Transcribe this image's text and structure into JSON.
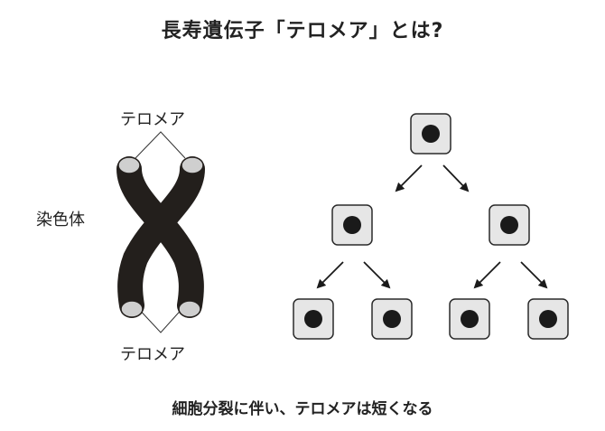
{
  "title": "長寿遺伝子「テロメア」とは?",
  "labels": {
    "telomere_top": "テロメア",
    "telomere_bottom": "テロメア",
    "chromosome": "染色体"
  },
  "caption": "細胞分裂に伴い、テロメアは短くなる",
  "colors": {
    "cell_fill": "#e6e6e6",
    "cell_border": "#2a2a2a",
    "nucleus": "#1a1a1a",
    "chromosome": "#231f1c",
    "telomere": "#cfcfcf"
  }
}
